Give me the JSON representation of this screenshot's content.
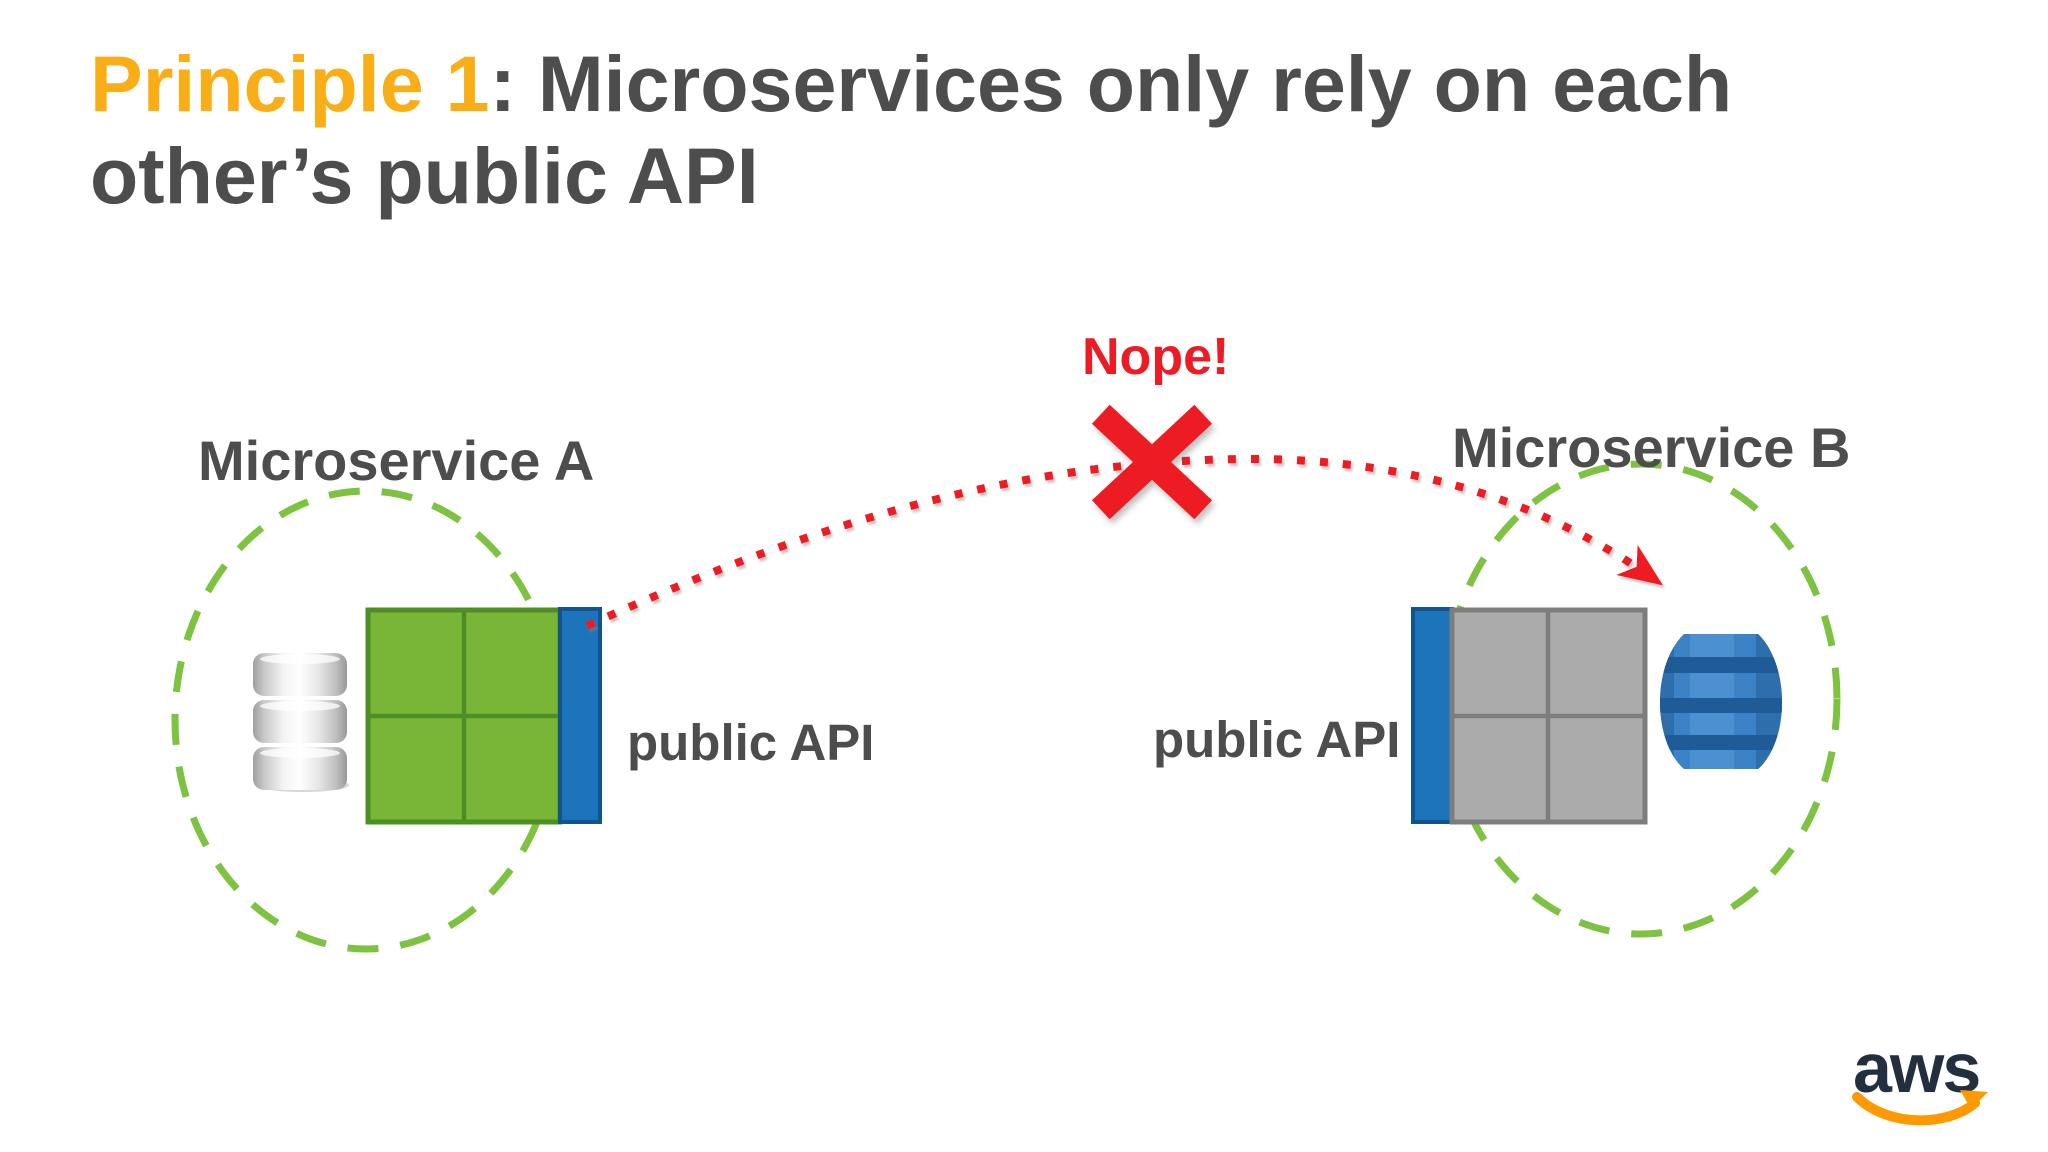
{
  "slide": {
    "title": {
      "accent": "Principle 1",
      "rest_line1": ": Microservices only rely on each",
      "line2": "other’s public API"
    },
    "microservice_a": {
      "label": "Microservice A",
      "api_label": "public API",
      "icons": [
        "database-cylinder-icon",
        "service-grid-icon",
        "public-api-bar"
      ]
    },
    "microservice_b": {
      "label": "Microservice B",
      "api_label": "public API",
      "icons": [
        "dynamodb-icon",
        "service-grid-icon",
        "public-api-bar"
      ]
    },
    "annotation": {
      "nope": "Nope!",
      "meaning": "direct-database-access-forbidden"
    },
    "logo": {
      "text": "aws"
    },
    "colors": {
      "accent_yellow": "#F9AE18",
      "title_gray": "#4D4D4D",
      "alert_red": "#ED1C24",
      "service_green": "#79B637",
      "service_green_border": "#4E8F25",
      "circle_green": "#7DC240",
      "api_blue": "#1C75BB",
      "api_blue_border": "#14548C",
      "service_gray": "#ABABAB",
      "service_gray_border": "#7D7D7D",
      "aws_navy": "#232F3E",
      "aws_orange": "#FF9900",
      "slide_bg": "#FFFFFF"
    }
  }
}
